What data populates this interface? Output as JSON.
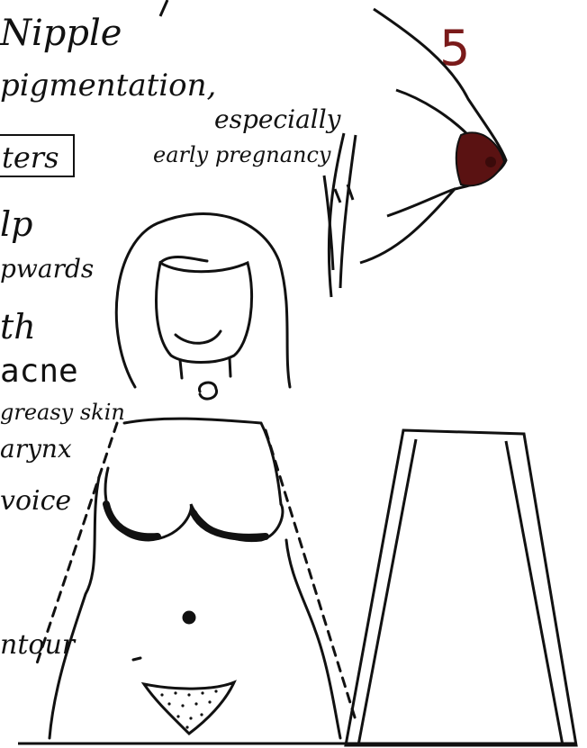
{
  "labels": {
    "nipple": "Nipple",
    "pigmentation": "pigmentation,",
    "especially": "especially",
    "early_pregnancy": "early pregnancy",
    "fragment_ters": "ters",
    "fragment_lp": "lp",
    "fragment_upwards": "pwards",
    "fragment_th": "th",
    "acne": "acne",
    "greasy_skin": "greasy skin",
    "larynx": "arynx",
    "voice": "voice",
    "contour": "ntour",
    "page_number": "5"
  },
  "colors": {
    "ink": "#111111",
    "nipple_title": "#c8860a",
    "page_number": "#7a1a1a",
    "areola": "#5a1212",
    "greasy_skin": "#1a1a7a"
  }
}
